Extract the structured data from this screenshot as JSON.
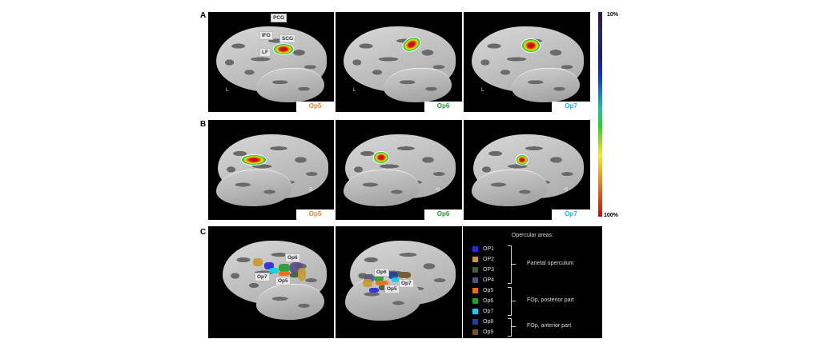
{
  "figure": {
    "rows": [
      {
        "label": "A",
        "hemisphere": "L",
        "panels": [
          {
            "tag": "Op5",
            "tag_color": "#f07f1a",
            "anatomy_labels": [
              "PCG",
              "IFG",
              "SCG",
              "LF"
            ]
          },
          {
            "tag": "Op6",
            "tag_color": "#1e9a2e"
          },
          {
            "tag": "Op7",
            "tag_color": "#20b8e0"
          }
        ]
      },
      {
        "label": "B",
        "hemisphere": "R",
        "panels": [
          {
            "tag": "Op5",
            "tag_color": "#f07f1a"
          },
          {
            "tag": "Op6",
            "tag_color": "#1e9a2e"
          },
          {
            "tag": "Op7",
            "tag_color": "#20b8e0"
          }
        ]
      },
      {
        "label": "C",
        "panels": [
          {
            "area_labels": [
              "Op6",
              "Op7",
              "Op5"
            ]
          },
          {
            "area_labels": [
              "Op6",
              "Op5",
              "Op7"
            ]
          }
        ]
      }
    ],
    "colorbar": {
      "top_label": "10%",
      "bottom_label": "100%"
    },
    "legend": {
      "title": "Opercular areas:",
      "items": [
        {
          "label": "OP1",
          "color": "#2b2bd6"
        },
        {
          "label": "OP2",
          "color": "#c89a2e"
        },
        {
          "label": "OP3",
          "color": "#3e5e3e"
        },
        {
          "label": "OP4",
          "color": "#5a4e86"
        },
        {
          "label": "Op5",
          "color": "#f06a10"
        },
        {
          "label": "Op6",
          "color": "#1ea030"
        },
        {
          "label": "Op7",
          "color": "#10d0f0"
        },
        {
          "label": "Op8",
          "color": "#233f96"
        },
        {
          "label": "Op9",
          "color": "#6e5626"
        }
      ],
      "groups": [
        {
          "label": "Parietal operculum"
        },
        {
          "label": "FOp, posterior part"
        },
        {
          "label": "FOp, anterior part"
        }
      ]
    }
  }
}
